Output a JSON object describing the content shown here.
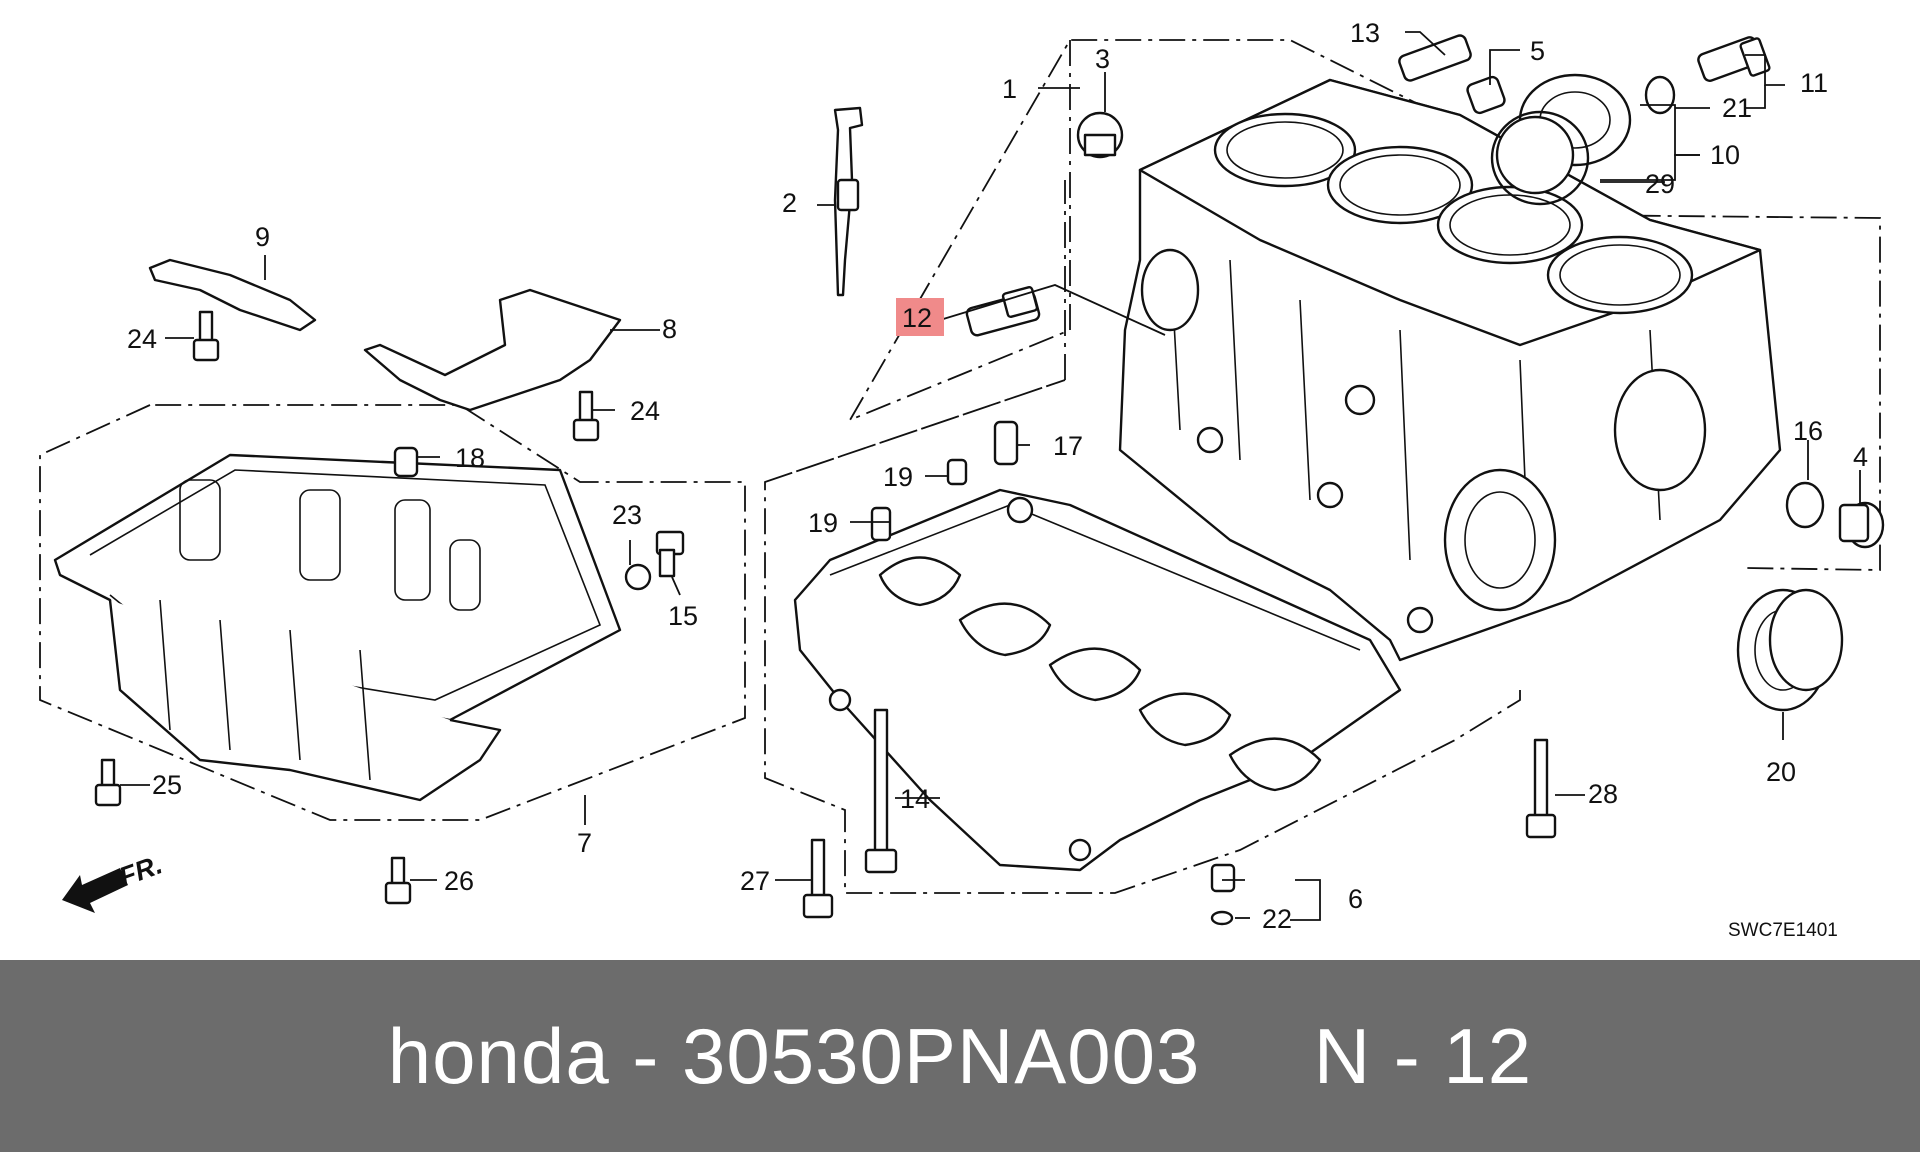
{
  "diagram": {
    "labels": [
      "1",
      "2",
      "3",
      "4",
      "5",
      "6",
      "7",
      "8",
      "9",
      "10",
      "11",
      "12",
      "13",
      "14",
      "15",
      "16",
      "17",
      "18",
      "19",
      "19",
      "20",
      "21",
      "22",
      "23",
      "24",
      "24",
      "25",
      "26",
      "27",
      "28",
      "29"
    ],
    "highlight_label_index": 11,
    "highlight_color": "#f08a8a",
    "direction_marker": "FR.",
    "diagram_code": "SWC7E1401"
  },
  "footer": {
    "text": "honda - 30530PNA003     N - 12",
    "background": "#6c6c6c",
    "text_color": "#ffffff"
  }
}
